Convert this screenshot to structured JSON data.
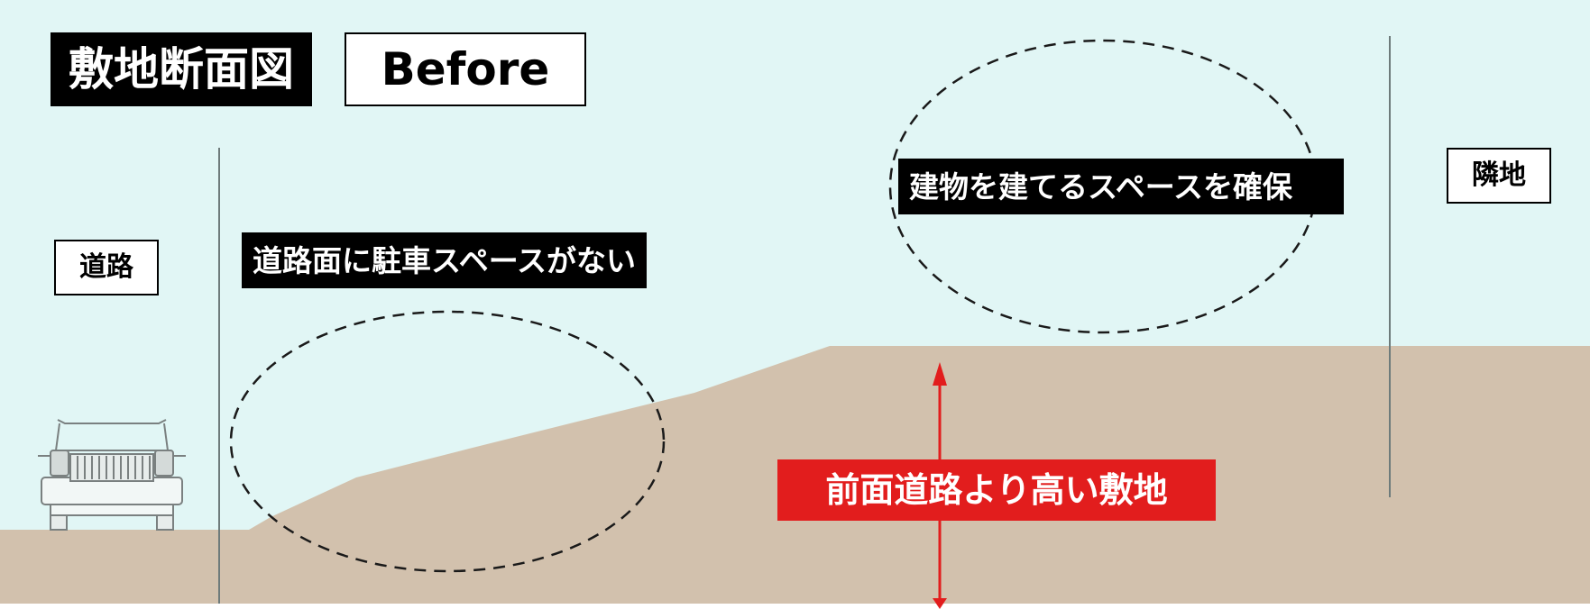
{
  "title": {
    "main": "敷地断面図",
    "tag": "Before"
  },
  "labels": {
    "road": "道路",
    "neighbor": "隣地",
    "no_parking": "道路面に駐車スペースがない",
    "building_space": "建物を建てるスペースを確保",
    "height": "前面道路より高い敷地"
  },
  "colors": {
    "sky": "#e1f6f5",
    "ground": "#d2c1ad",
    "highlight": "#e21d1d",
    "label_dark": "#000000",
    "label_light": "#ffffff"
  },
  "icons": [
    "car-icon",
    "double-arrow-icon"
  ]
}
